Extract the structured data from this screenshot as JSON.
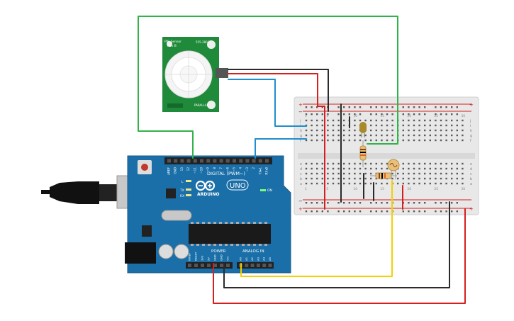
{
  "pir": {
    "title": "PIR Sensor",
    "rev": "Rev B",
    "part": "555-28027",
    "brand": "PARALLAX"
  },
  "arduino": {
    "brand": "ARDUINO",
    "model": "UNO",
    "digital_label": "DIGITAL (PWM~)",
    "power_label": "POWER",
    "analog_label": "ANALOG IN",
    "on_label": "ON",
    "l_label": "L",
    "tx_label": "TX",
    "rx_label": "RX",
    "top_pins": [
      "AREF",
      "GND",
      "13",
      "12",
      "~11",
      "~10",
      "~9",
      "8",
      "7",
      "~6",
      "~5",
      "4",
      "~3",
      "2",
      "TX▸1",
      "RX◂0"
    ],
    "power_pins": [
      "IOREF",
      "RESET",
      "3V3",
      "5V",
      "GND",
      "GND",
      "Vin"
    ],
    "analog_pins": [
      "A0",
      "A1",
      "A2",
      "A3",
      "A4",
      "A5"
    ]
  },
  "breadboard": {
    "row_letters_top": [
      "j",
      "i",
      "h",
      "g",
      "f"
    ],
    "row_letters_bottom": [
      "e",
      "d",
      "c",
      "b",
      "a"
    ],
    "column_numbers": [
      "1",
      "5",
      "10",
      "15",
      "20",
      "25",
      "30"
    ]
  },
  "colors": {
    "wire_green": "#2fb34a",
    "wire_red": "#d6201f",
    "wire_black": "#2b2b2b",
    "wire_blue": "#1f8fcf",
    "wire_yellow": "#f5d000",
    "board_blue": "#1b6fa8",
    "pir_green": "#1e8a3a",
    "breadboard": "#e9e9e9"
  }
}
